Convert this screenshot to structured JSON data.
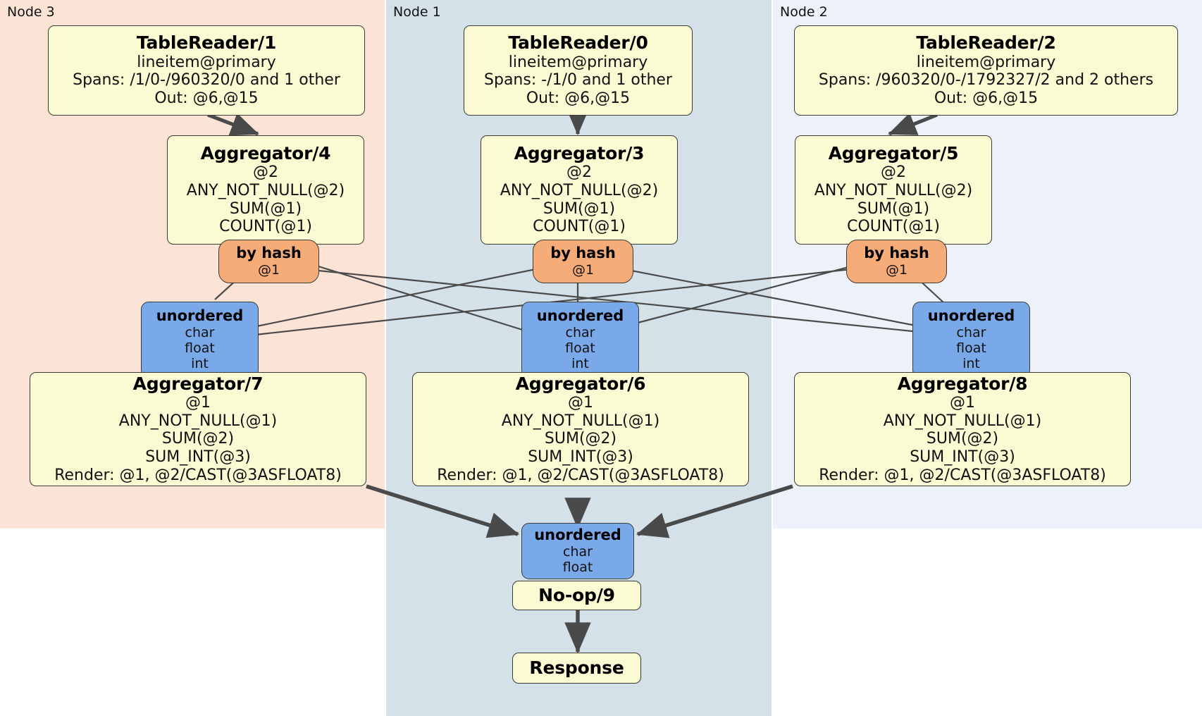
{
  "diagram": {
    "type": "distributed-query-plan",
    "title": "Distributed physical query plan",
    "colors": {
      "node3_panel": "#fbe3d6",
      "node1_panel": "#d4e1e8",
      "node2_panel": "#edf1fa",
      "processor_box": "#fbfbd3",
      "hash_router": "#f6ac79",
      "unordered_router": "#7aa9e9",
      "edge": "#4a4a4a",
      "border": "#3b3b35"
    }
  },
  "panels": [
    {
      "id": "node3",
      "label": "Node 3"
    },
    {
      "id": "node1",
      "label": "Node 1"
    },
    {
      "id": "node2",
      "label": "Node 2"
    }
  ],
  "processors": {
    "table_reader_1": {
      "title": "TableReader/1",
      "lines": [
        "lineitem@primary",
        "Spans: /1/0-/960320/0 and 1 other",
        "Out: @6,@15"
      ]
    },
    "table_reader_0": {
      "title": "TableReader/0",
      "lines": [
        "lineitem@primary",
        "Spans: -/1/0 and 1 other",
        "Out: @6,@15"
      ]
    },
    "table_reader_2": {
      "title": "TableReader/2",
      "lines": [
        "lineitem@primary",
        "Spans: /960320/0-/1792327/2 and 2 others",
        "Out: @6,@15"
      ]
    },
    "aggregator_4": {
      "title": "Aggregator/4",
      "lines": [
        "@2",
        "ANY_NOT_NULL(@2)",
        "SUM(@1)",
        "COUNT(@1)"
      ]
    },
    "aggregator_3": {
      "title": "Aggregator/3",
      "lines": [
        "@2",
        "ANY_NOT_NULL(@2)",
        "SUM(@1)",
        "COUNT(@1)"
      ]
    },
    "aggregator_5": {
      "title": "Aggregator/5",
      "lines": [
        "@2",
        "ANY_NOT_NULL(@2)",
        "SUM(@1)",
        "COUNT(@1)"
      ]
    },
    "aggregator_7": {
      "title": "Aggregator/7",
      "lines": [
        "@1",
        "ANY_NOT_NULL(@1)",
        "SUM(@2)",
        "SUM_INT(@3)",
        "Render: @1, @2/CAST(@3ASFLOAT8)"
      ]
    },
    "aggregator_6": {
      "title": "Aggregator/6",
      "lines": [
        "@1",
        "ANY_NOT_NULL(@1)",
        "SUM(@2)",
        "SUM_INT(@3)",
        "Render: @1, @2/CAST(@3ASFLOAT8)"
      ]
    },
    "aggregator_8": {
      "title": "Aggregator/8",
      "lines": [
        "@1",
        "ANY_NOT_NULL(@1)",
        "SUM(@2)",
        "SUM_INT(@3)",
        "Render: @1, @2/CAST(@3ASFLOAT8)"
      ]
    },
    "noop_9": {
      "title": "No-op/9",
      "lines": []
    },
    "response": {
      "title": "Response",
      "lines": []
    }
  },
  "routers": {
    "hash_left": {
      "title": "by hash",
      "lines": [
        "@1"
      ]
    },
    "hash_center": {
      "title": "by hash",
      "lines": [
        "@1"
      ]
    },
    "hash_right": {
      "title": "by hash",
      "lines": [
        "@1"
      ]
    },
    "unordered_left": {
      "title": "unordered",
      "lines": [
        "char",
        "float",
        "int"
      ]
    },
    "unordered_center": {
      "title": "unordered",
      "lines": [
        "char",
        "float",
        "int"
      ]
    },
    "unordered_right": {
      "title": "unordered",
      "lines": [
        "char",
        "float",
        "int"
      ]
    },
    "unordered_final": {
      "title": "unordered",
      "lines": [
        "char",
        "float"
      ]
    }
  }
}
